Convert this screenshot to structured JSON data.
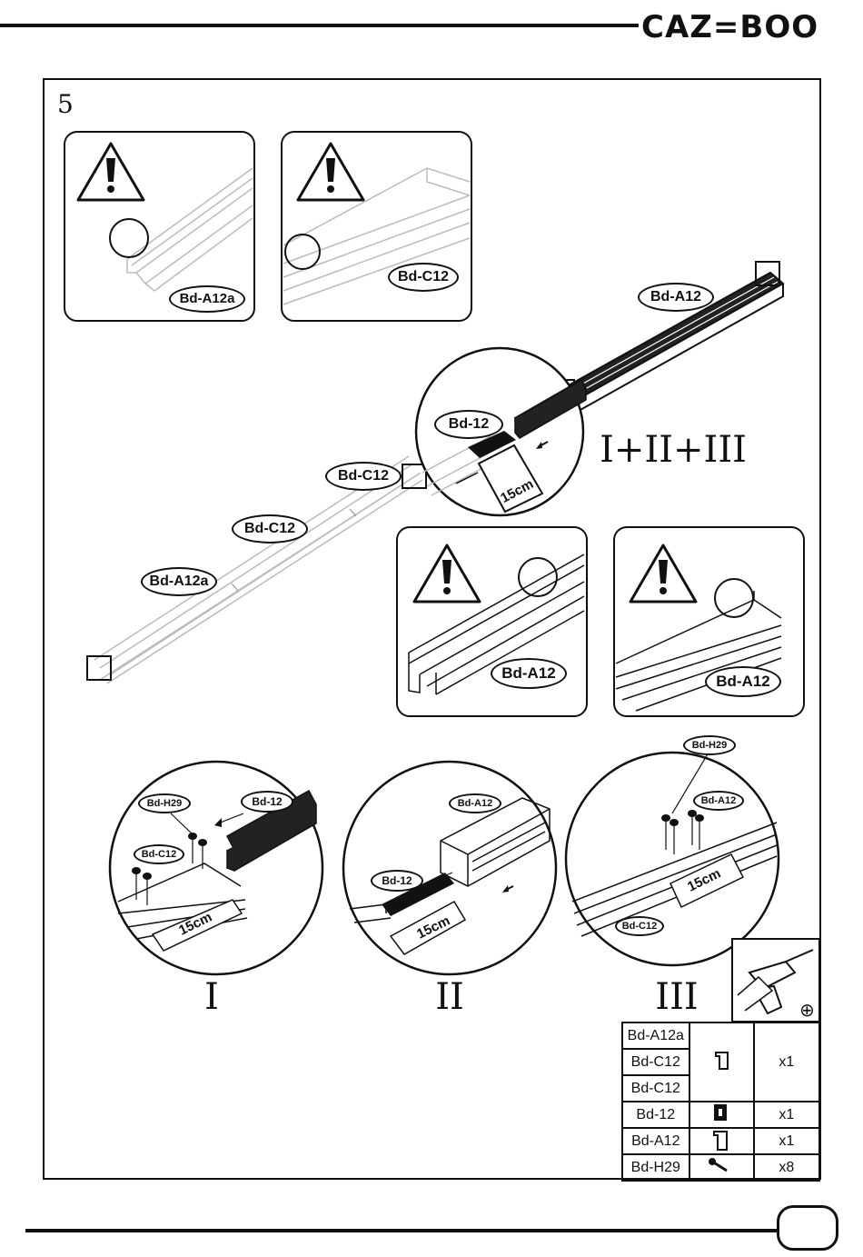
{
  "header": {
    "brand": "CAZ=BOO"
  },
  "step": {
    "number": "5",
    "sequence": "I+II+III"
  },
  "callouts": {
    "warn1_label": "Bd-A12a",
    "warn2_label": "Bd-C12",
    "main_a12": "Bd-A12",
    "main_bd12": "Bd-12",
    "main_c12_upper": "Bd-C12",
    "main_c12_lower": "Bd-C12",
    "main_a12a": "Bd-A12a",
    "main_dim": "15cm",
    "warn3_label": "Bd-A12",
    "warn4_label": "Bd-A12"
  },
  "details": {
    "one": {
      "roman": "I",
      "h29": "Bd-H29",
      "bd12": "Bd-12",
      "c12": "Bd-C12",
      "dim": "15cm"
    },
    "two": {
      "roman": "II",
      "a12": "Bd-A12",
      "bd12": "Bd-12",
      "dim": "15cm"
    },
    "three": {
      "roman": "III",
      "h29": "Bd-H29",
      "a12": "Bd-A12",
      "c12": "Bd-C12",
      "dim": "15cm"
    }
  },
  "tool": {
    "name": "drill-icon",
    "phillips_symbol": "⊕"
  },
  "parts_table": {
    "rows": [
      {
        "part": "Bd-A12a",
        "icon": "profile-icon",
        "qty": "x1"
      },
      {
        "part": "Bd-C12",
        "icon": "profile-icon",
        "qty": "x1"
      },
      {
        "part": "Bd-C12",
        "icon": "profile-icon",
        "qty": "x1"
      },
      {
        "part": "Bd-12",
        "icon": "connector-icon",
        "qty": "x1"
      },
      {
        "part": "Bd-A12",
        "icon": "profile-icon",
        "qty": "x1"
      },
      {
        "part": "Bd-H29",
        "icon": "screw-icon",
        "qty": "x8"
      }
    ]
  },
  "footer": {
    "page_number": ""
  }
}
